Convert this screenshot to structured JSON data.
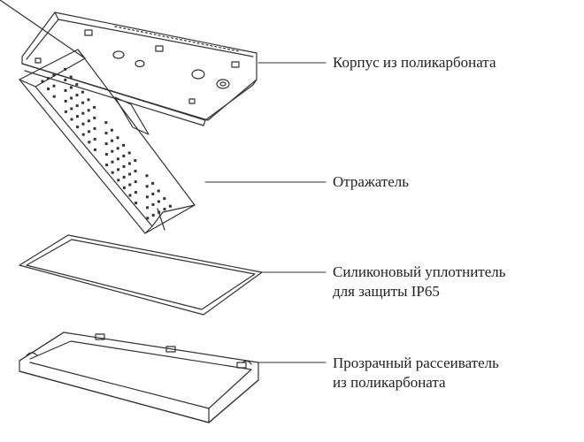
{
  "labels": {
    "housing": "Корпус из поликарбоната",
    "reflector": "Отражатель",
    "gasket": [
      "Силиконовый уплотнитель",
      "для защиты IP65"
    ],
    "diffuser": [
      "Прозрачный рассеиватель",
      "из поликарбоната"
    ]
  },
  "colors": {
    "line": "#333333",
    "text": "#222222",
    "background": "#ffffff"
  }
}
